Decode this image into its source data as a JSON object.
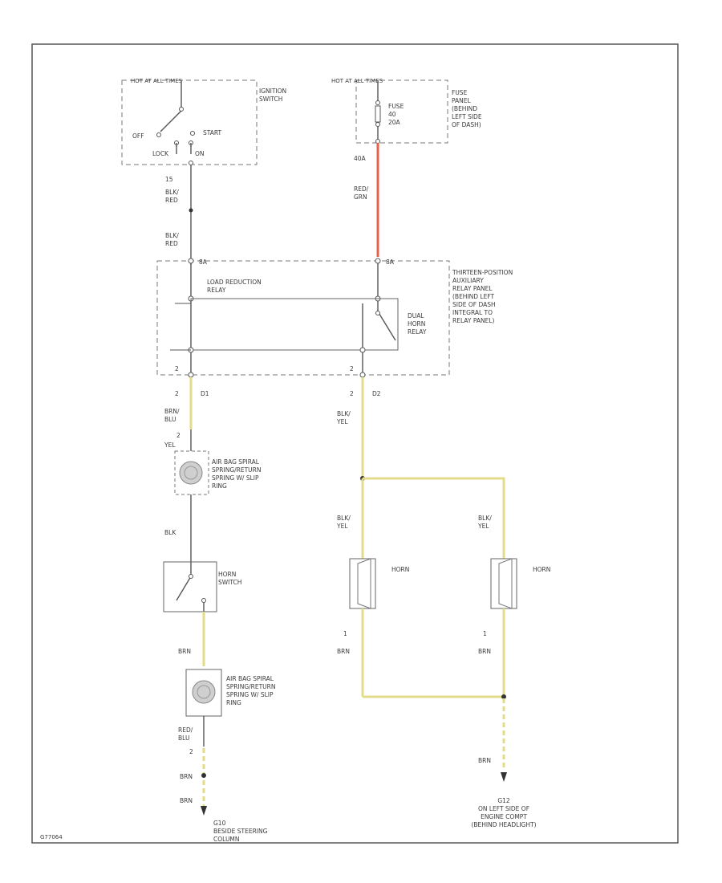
{
  "colors": {
    "wire_default": "#555555",
    "wire_red": "#e8604a",
    "wire_yellow": "#e2dc8a",
    "wire_brown": "#d8cf9a"
  },
  "ignition_switch": {
    "header": "HOT AT ALL TIMES",
    "label": "IGNITION\nSWITCH",
    "off": "OFF",
    "start": "START",
    "lock": "LOCK",
    "on": "ON",
    "pin": "15"
  },
  "fuse_panel": {
    "header": "HOT AT ALL TIMES",
    "fuse": "FUSE\n40\n20A",
    "label": "FUSE\nPANEL\n(BEHIND\nLEFT SIDE\nOF DASH)",
    "pin": "40A"
  },
  "relay_panel": {
    "label": "THIRTEEN-POSITION\nAUXILIARY\nRELAY PANEL\n(BEHIND LEFT\nSIDE OF DASH\nINTEGRAL TO\nRELAY PANEL)",
    "load_reduction": "LOAD REDUCTION\nRELAY",
    "dual_horn": "DUAL\nHORN\nRELAY",
    "pin_left_top": "8A",
    "pin_right_top": "8A",
    "pin_left_bottom": "2",
    "pin_right_bottom": "2",
    "conn_left": "D1",
    "conn_right": "D2"
  },
  "wires": {
    "blk_red_1": "BLK/\nRED",
    "blk_red_2": "BLK/\nRED",
    "red_grn": "RED/\nGRN",
    "brn_blu": "BRN/\nBLU",
    "yel": "YEL",
    "blk_yel_main": "BLK/\nYEL",
    "blk_yel_left": "BLK/\nYEL",
    "blk_yel_right": "BLK/\nYEL",
    "blk": "BLK",
    "brn_horn_sw": "BRN",
    "red_blu": "RED/\nBLU",
    "brn_left_horn": "BRN",
    "brn_right_horn": "BRN",
    "brn_g10a": "BRN",
    "brn_g10b": "BRN",
    "brn_g12": "BRN"
  },
  "pins": {
    "spring1_top": "2",
    "spring2_bottom": "2",
    "horn_left": "1",
    "horn_right": "1"
  },
  "components": {
    "air_bag_spring_1": "AIR BAG SPIRAL\nSPRING/RETURN\nSPRING W/ SLIP\nRING",
    "air_bag_spring_2": "AIR BAG SPIRAL\nSPRING/RETURN\nSPRING W/ SLIP\nRING",
    "horn_switch": "HORN\nSWITCH",
    "horn_left": "HORN",
    "horn_right": "HORN"
  },
  "grounds": {
    "g10": "G10\nBESIDE STEERING\nCOLUMN",
    "g12": "G12\nON LEFT SIDE OF\nENGINE COMPT\n(BEHIND HEADLIGHT)"
  },
  "diagram_id": "G77064"
}
